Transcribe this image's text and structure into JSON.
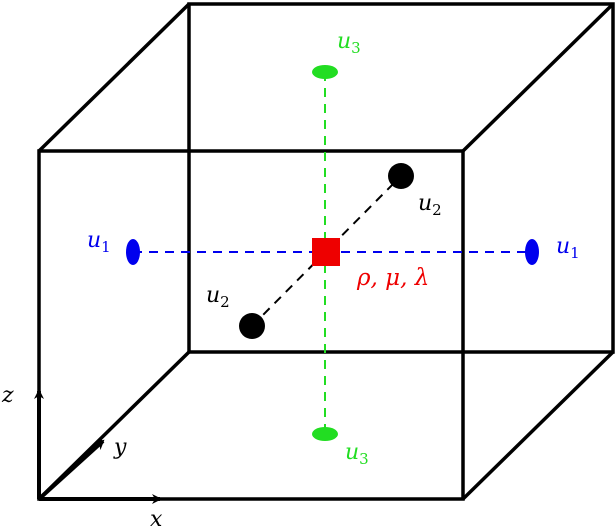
{
  "labels": {
    "u1_left": {
      "base": "u",
      "sub": "1"
    },
    "u1_right": {
      "base": "u",
      "sub": "1"
    },
    "u2_upper": {
      "base": "u",
      "sub": "2"
    },
    "u2_lower": {
      "base": "u",
      "sub": "2"
    },
    "u3_top": {
      "base": "u",
      "sub": "3"
    },
    "u3_bottom": {
      "base": "u",
      "sub": "3"
    },
    "center_params": "ρ, μ, λ"
  },
  "axes": {
    "x": "x",
    "y": "y",
    "z": "z"
  },
  "colors": {
    "u1": "#0000ee",
    "u2": "#000000",
    "u3": "#22dd22",
    "center": "#ee0000",
    "cube": "#000000"
  }
}
